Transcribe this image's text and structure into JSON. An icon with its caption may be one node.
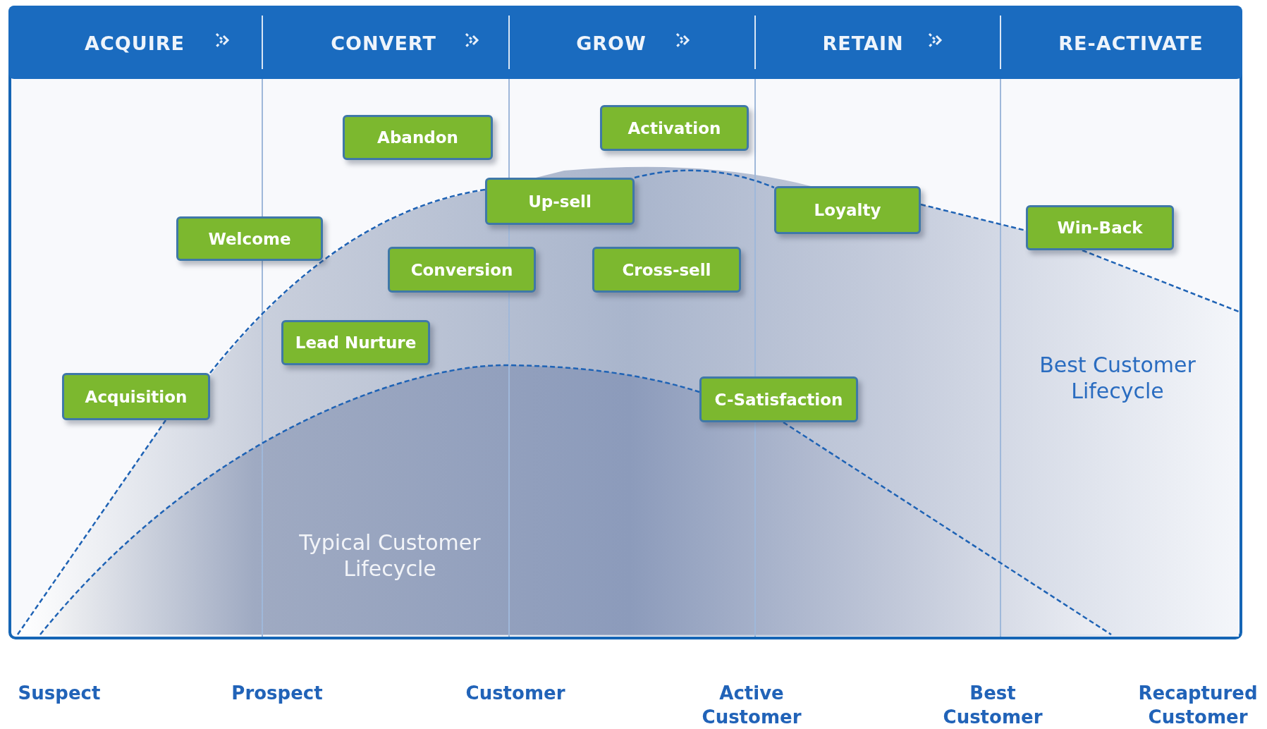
{
  "diagram": {
    "nodes": [
      {
        "text": [
          "Activation"
        ]
      },
      {
        "text": [
          "Abandon"
        ]
      },
      {
        "text": [
          "Up-sell"
        ]
      },
      {
        "text": [
          "Loyalty"
        ]
      },
      {
        "text": [
          "Win-Back"
        ]
      },
      {
        "text": [
          "Welcome"
        ]
      },
      {
        "text": [
          "Conversion"
        ]
      },
      {
        "text": [
          "Cross-sell"
        ]
      },
      {
        "text": [
          "Lead Nurture"
        ]
      },
      {
        "text": [
          "Acquisition"
        ]
      },
      {
        "text": [
          "C-Satisfaction"
        ]
      }
    ],
    "edges": [
      {
        "from": null,
        "to": 9,
        "arrow": "none",
        "style": "dashed"
      },
      {
        "from": 9,
        "to": 2,
        "arrow": "none",
        "style": "dashed"
      },
      {
        "from": 2,
        "to": 3,
        "arrow": "none",
        "style": "dashed"
      },
      {
        "from": 3,
        "to": 4,
        "arrow": "none",
        "style": "dashed"
      },
      {
        "from": 4,
        "to": null,
        "arrow": "none",
        "style": "dashed"
      },
      {
        "from": null,
        "to": 10,
        "arrow": "none",
        "style": "dashed"
      },
      {
        "from": 10,
        "to": null,
        "arrow": "none",
        "style": "dashed"
      }
    ],
    "labels": [
      "ACQUIRE",
      "CONVERT",
      "GROW",
      "RETAIN",
      "RE-ACTIVATE",
      "Best Customer Lifecycle",
      "Typical Customer Lifecycle",
      "Suspect",
      "Prospect",
      "Customer",
      "Active Customer",
      "Best Customer",
      "Recaptured Customer"
    ]
  }
}
